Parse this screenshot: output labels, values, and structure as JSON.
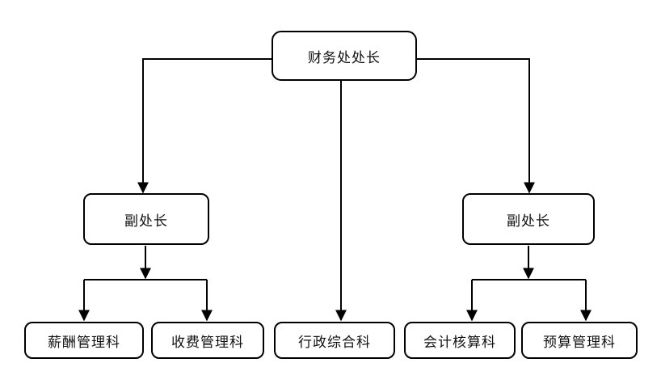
{
  "root": {
    "label": "财务处处长"
  },
  "deputies": [
    {
      "label": "副处长"
    },
    {
      "label": "副处长"
    }
  ],
  "departments": [
    {
      "label": "薪酬管理科"
    },
    {
      "label": "收费管理科"
    },
    {
      "label": "行政综合科"
    },
    {
      "label": "会计核算科"
    },
    {
      "label": "预算管理科"
    }
  ],
  "colors": {
    "line": "#000000",
    "border": "#000000",
    "background": "#ffffff"
  }
}
